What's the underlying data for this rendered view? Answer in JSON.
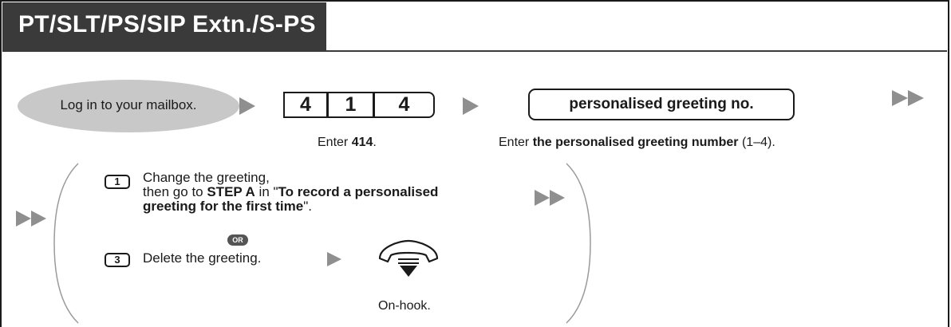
{
  "header": {
    "title": "PT/SLT/PS/SIP Extn./S-PS"
  },
  "step1": {
    "label": "Log in to your mailbox."
  },
  "step2": {
    "keys": [
      "4",
      "1",
      "4"
    ],
    "caption_prefix": "Enter ",
    "caption_bold": "414",
    "caption_suffix": "."
  },
  "step3": {
    "label": "personalised greeting no.",
    "caption_prefix": "Enter ",
    "caption_bold": "the personalised greeting number",
    "caption_suffix": " (1–4)."
  },
  "options": {
    "option1": {
      "key": "1",
      "line1": "Change the greeting,",
      "line2_prefix": "then go to ",
      "line2_bold": "STEP A",
      "line2_mid": " in \"",
      "line2_bold2": "To record a personalised",
      "line3_bold": "greeting for the first time",
      "line3_suffix": "\"."
    },
    "or_label": "OR",
    "option3": {
      "key": "3",
      "label": "Delete the greeting."
    },
    "onhook_label": "On-hook."
  },
  "icons": [
    "play-arrow-icon",
    "double-arrow-icon",
    "handset-onhook-icon",
    "down-arrow-icon"
  ],
  "colors": {
    "title_bg": "#3a3a3a",
    "ellipse_bg": "#c8c8c8",
    "arrow": "#8f8f8f",
    "or_badge": "#555555"
  }
}
